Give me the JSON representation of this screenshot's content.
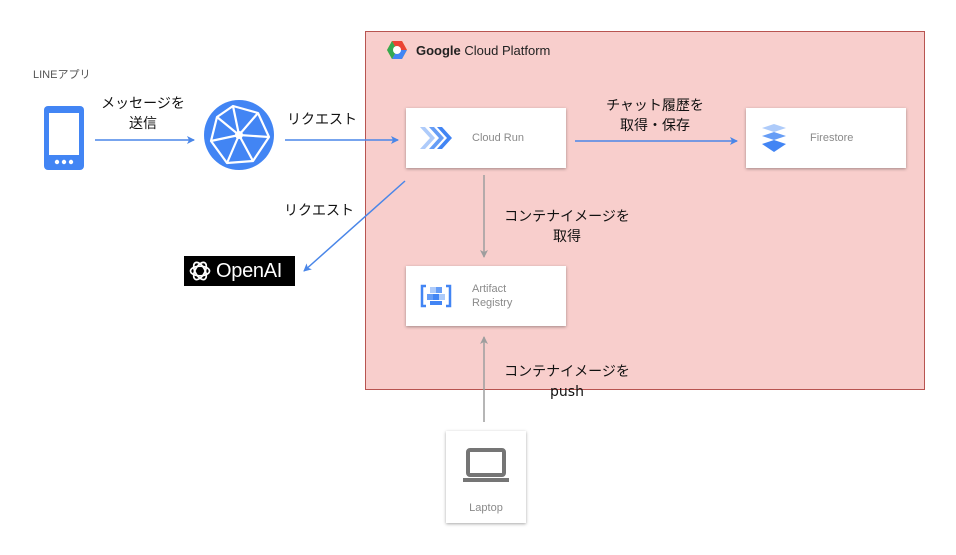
{
  "line_app": {
    "label": "LINEアプリ"
  },
  "gcp": {
    "brand": "Google",
    "product": "Cloud Platform"
  },
  "services": {
    "cloud_run": "Cloud Run",
    "firestore": "Firestore",
    "artifact_registry": [
      "Artifact",
      "Registry"
    ],
    "laptop": "Laptop"
  },
  "openai": {
    "label": "OpenAI"
  },
  "edges": {
    "send_message": [
      "メッセージを",
      "送信"
    ],
    "request_to_run": "リクエスト",
    "request_to_openai": "リクエスト",
    "chat_history": [
      "チャット履歴を",
      "取得・保存"
    ],
    "pull_image": [
      "コンテナイメージを",
      "取得"
    ],
    "push_image": [
      "コンテナイメージを",
      "push"
    ]
  },
  "colors": {
    "frame_fill": "#f8cecc",
    "frame_border": "#b85450",
    "arrow_blue": "#4a86e8",
    "arrow_gray": "#9e9e9e",
    "gcp_blue": "#4285f4"
  }
}
